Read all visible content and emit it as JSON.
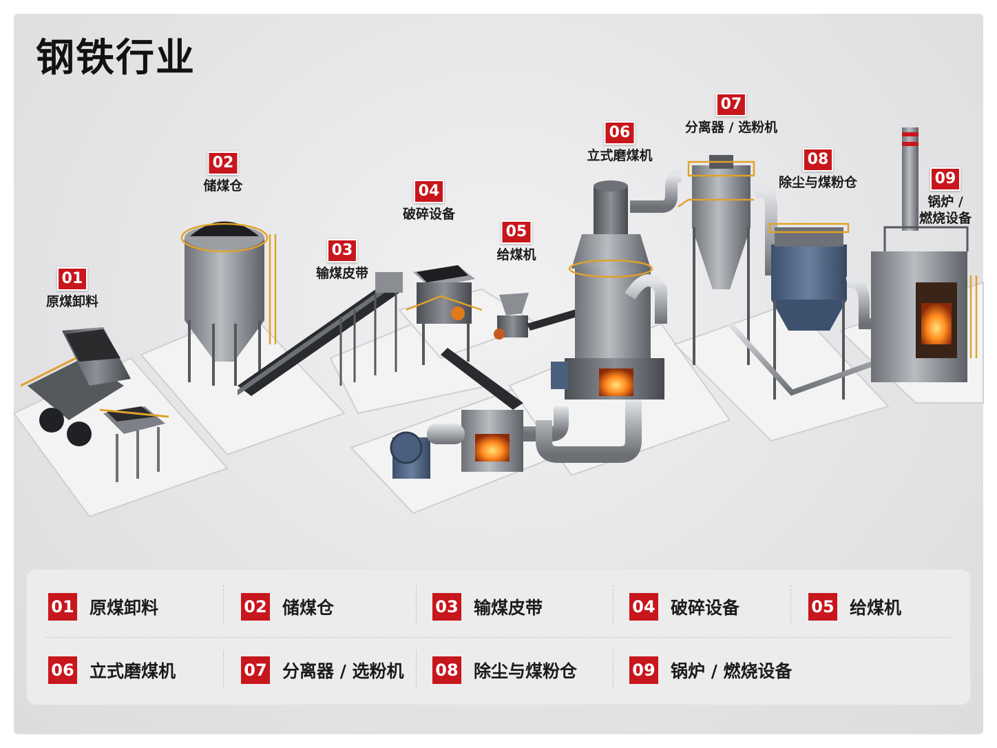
{
  "title": "钢铁行业",
  "labels": [
    {
      "num": "01",
      "name": "原煤卸料"
    },
    {
      "num": "02",
      "name": "储煤仓"
    },
    {
      "num": "03",
      "name": "输煤皮带"
    },
    {
      "num": "04",
      "name": "破碎设备"
    },
    {
      "num": "05",
      "name": "给煤机"
    },
    {
      "num": "06",
      "name": "立式磨煤机"
    },
    {
      "num": "07",
      "name": "分离器 / 选粉机"
    },
    {
      "num": "08",
      "name": "除尘与煤粉仓"
    },
    {
      "num": "09",
      "name_line1": "锅炉 /",
      "name_line2": "燃烧设备"
    }
  ],
  "legend": [
    {
      "num": "01",
      "name": "原煤卸料"
    },
    {
      "num": "02",
      "name": "储煤仓"
    },
    {
      "num": "03",
      "name": "输煤皮带"
    },
    {
      "num": "04",
      "name": "破碎设备"
    },
    {
      "num": "05",
      "name": "给煤机"
    },
    {
      "num": "06",
      "name": "立式磨煤机"
    },
    {
      "num": "07",
      "name": "分离器 / 选粉机"
    },
    {
      "num": "08",
      "name": "除尘与煤粉仓"
    },
    {
      "num": "09",
      "name": "锅炉 / 燃烧设备"
    }
  ],
  "colors": {
    "accent": "#c8161d",
    "steel": "#8a8d92",
    "dark_steel": "#55585d",
    "railing": "#e0a22a",
    "duct_blue": "#4a5f7e",
    "fire": "#ff7a1a"
  }
}
